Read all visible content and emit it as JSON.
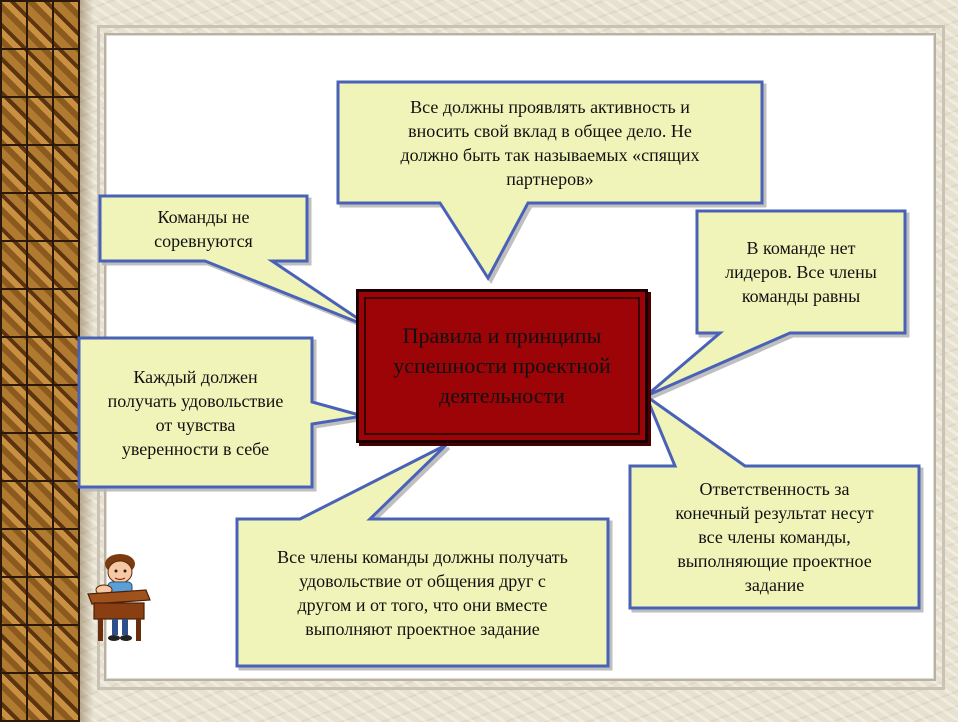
{
  "slide": {
    "center_title": "Правила и принципы\nуспешности проектной\nдеятельности",
    "callouts": {
      "top": "Все должны проявлять активность и\nвносить свой вклад в общее дело. Не\nдолжно быть так называемых «спящих\nпартнеров»",
      "top_left": "Команды не\nсоревнуются",
      "right_top": "В команде нет\nлидеров. Все члены\nкоманды равны",
      "left": "Каждый должен\nполучать удовольствие\nот чувства\nуверенности в себе",
      "bottom": "Все члены команды должны получать\nудовольствие от общения друг с\nдругом и от того, что они вместе\nвыполняют проектное задание",
      "bottom_right": "Ответственность за\nконечный результат несут\nвсе члены команды,\nвыполняющие проектное\nзадание"
    }
  },
  "colors": {
    "callout_fill": "#f0f4b8",
    "callout_border": "#4a62b8",
    "center_fill": "#9c0407"
  }
}
